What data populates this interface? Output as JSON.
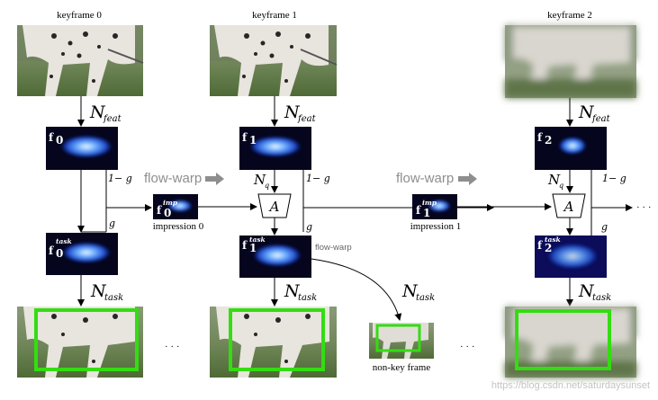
{
  "keyframes": [
    {
      "label": "keyframe 0",
      "feat_base": "f",
      "feat_sub": "0"
    },
    {
      "label": "keyframe 1",
      "feat_base": "f",
      "feat_sub": "1"
    },
    {
      "label": "keyframe 2",
      "feat_base": "f",
      "feat_sub": "2"
    }
  ],
  "task_features": [
    {
      "base": "f",
      "sub": "0",
      "sup": "task"
    },
    {
      "base": "f",
      "sub": "1",
      "sup": "task"
    },
    {
      "base": "f",
      "sub": "2",
      "sup": "task"
    }
  ],
  "impressions": [
    {
      "base": "f",
      "sub": "0",
      "sup": "imp",
      "label": "impression 0"
    },
    {
      "base": "f",
      "sub": "1",
      "sup": "imp",
      "label": "impression 1"
    }
  ],
  "math": {
    "n_feat": "N",
    "n_feat_sub": "feat",
    "n_task": "N",
    "n_task_sub": "task",
    "n_q": "N",
    "n_q_sub": "q",
    "one_minus_g": "1− g",
    "g": "g",
    "aggregator": "A"
  },
  "flow_warp_label": "flow-warp",
  "flow_warp_small": "flow-warp",
  "nonkey_label": "non-key frame",
  "ellipsis": "· · ·",
  "watermark": "https://blog.csdn.net/saturdaysunset",
  "colors": {
    "detection_box": "#33dd11",
    "arrow": "#000000",
    "flow_arrow": "#8e8e8e"
  }
}
